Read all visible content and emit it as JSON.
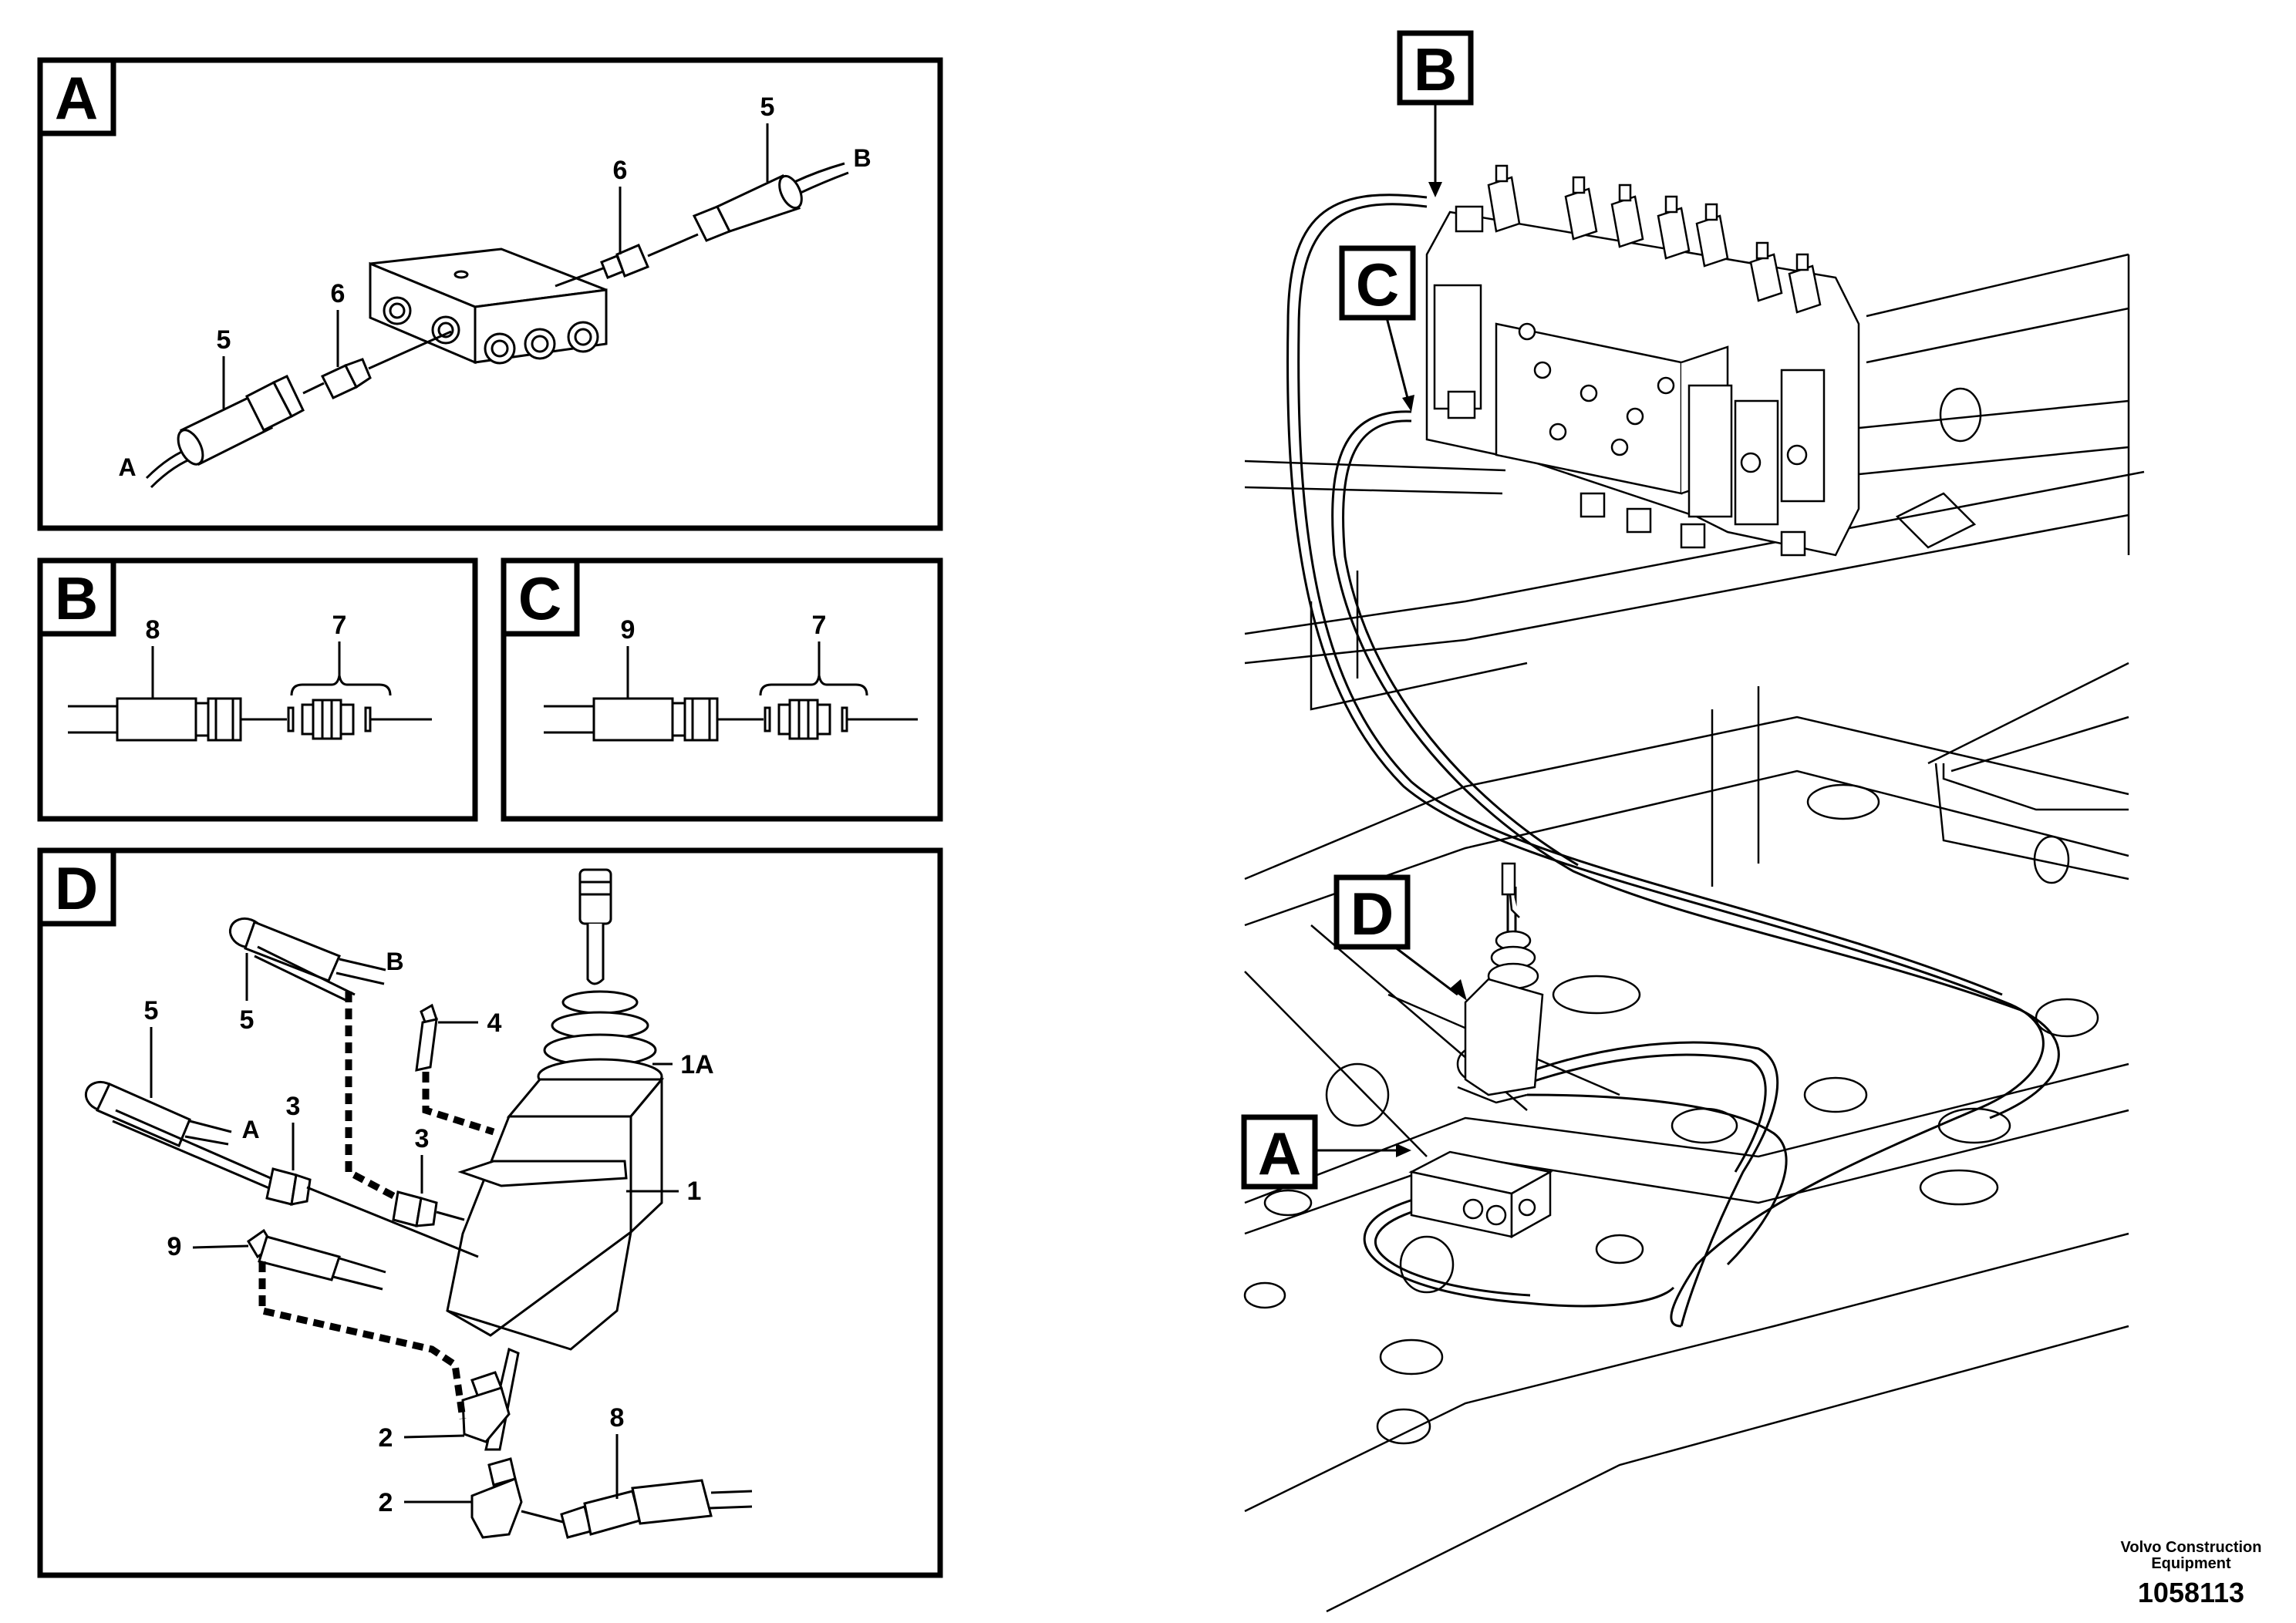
{
  "panels": {
    "A": {
      "letter": "A",
      "labels": {
        "p5_left": "5",
        "p6_left": "6",
        "p6_right": "6",
        "p5_right": "5",
        "end_a": "A",
        "end_b": "B"
      }
    },
    "B": {
      "letter": "B",
      "labels": {
        "p8": "8",
        "p7": "7"
      }
    },
    "C": {
      "letter": "C",
      "labels": {
        "p9": "9",
        "p7": "7"
      }
    },
    "D": {
      "letter": "D",
      "labels": {
        "p5_top": "5",
        "end_b": "B",
        "p5_left": "5",
        "end_a": "A",
        "p4": "4",
        "p1a": "1A",
        "p3_left": "3",
        "p3_mid": "3",
        "p1": "1",
        "p9": "9",
        "p2_upper": "2",
        "p8": "8",
        "p2_lower": "2"
      }
    }
  },
  "callouts": {
    "B": "B",
    "C": "C",
    "D": "D",
    "A": "A"
  },
  "footer": {
    "company_line1": "Volvo Construction",
    "company_line2": "Equipment",
    "doc_number": "1058113"
  }
}
